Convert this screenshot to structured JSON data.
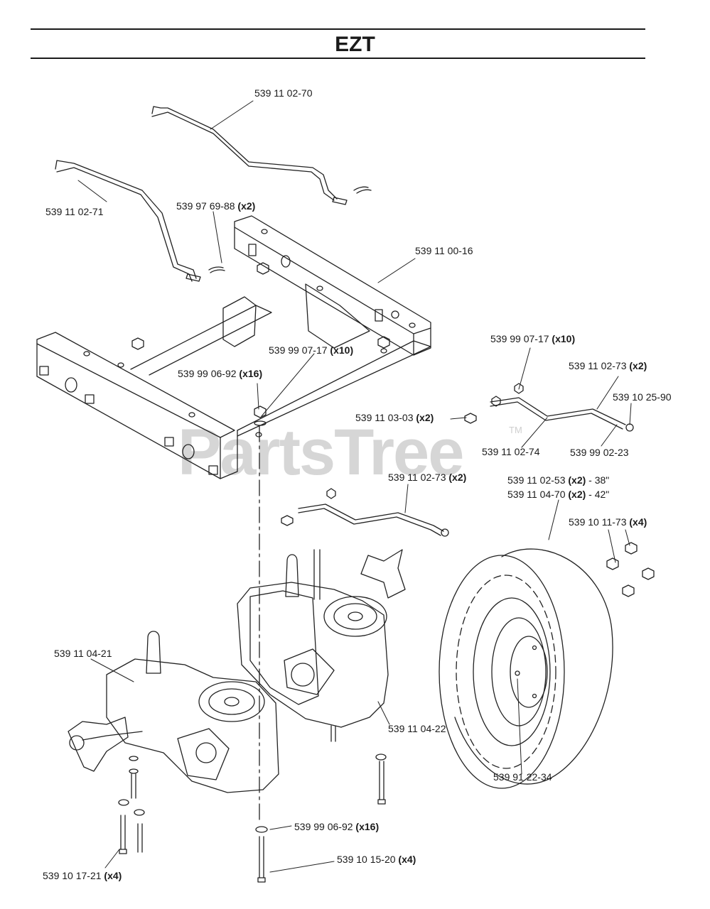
{
  "title": "EZT",
  "watermark": {
    "text": "PartsTree",
    "mark": "TM"
  },
  "labels": [
    {
      "part": "539 11 02-70",
      "qty": ""
    },
    {
      "part": "539 11 02-71",
      "qty": ""
    },
    {
      "part": "539 97 69-88",
      "qty": "(x2)"
    },
    {
      "part": "539 11 00-16",
      "qty": ""
    },
    {
      "part": "539 99 07-17",
      "qty": "(x10)"
    },
    {
      "part": "539 99 06-92",
      "qty": "(x16)"
    },
    {
      "part": "539 99 07-17",
      "qty": "(x10)"
    },
    {
      "part": "539 11 02-73",
      "qty": "(x2)"
    },
    {
      "part": "539 10 25-90",
      "qty": ""
    },
    {
      "part": "539 11 03-03",
      "qty": "(x2)"
    },
    {
      "part": "539 11 02-74",
      "qty": ""
    },
    {
      "part": "539 99 02-23",
      "qty": ""
    },
    {
      "part": "539 11 02-73",
      "qty": "(x2)"
    },
    {
      "part": "539 11 02-53",
      "qty": "(x2)",
      "suffix": " - 38\""
    },
    {
      "part": "539 11 04-70",
      "qty": "(x2)",
      "suffix": " - 42\""
    },
    {
      "part": "539 10 11-73",
      "qty": "(x4)"
    },
    {
      "part": "539 11 04-21",
      "qty": ""
    },
    {
      "part": "539 11 04-22",
      "qty": ""
    },
    {
      "part": "539 91 22-34",
      "qty": ""
    },
    {
      "part": "539 99 06-92",
      "qty": "(x16)"
    },
    {
      "part": "539 10 15-20",
      "qty": "(x4)"
    },
    {
      "part": "539 10 17-21",
      "qty": "(x4)"
    }
  ]
}
